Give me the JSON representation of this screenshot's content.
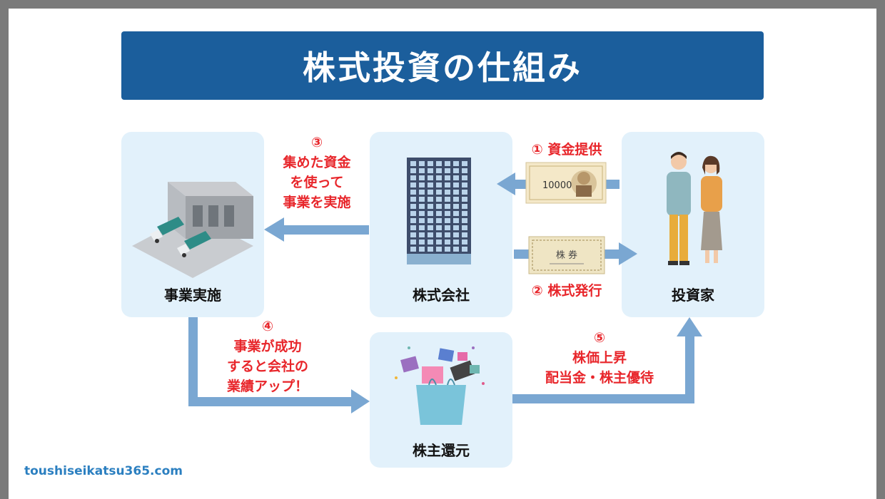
{
  "title": "株式投資の仕組み",
  "nodes": {
    "business": "事業実施",
    "company": "株式会社",
    "investor": "投資家",
    "return": "株主還元"
  },
  "steps": {
    "s1": {
      "num": "①",
      "text": "資金提供"
    },
    "s2": {
      "num": "②",
      "text": "株式発行"
    },
    "s3": {
      "num": "③",
      "lines": [
        "集めた資金",
        "を使って",
        "事業を実施"
      ]
    },
    "s4": {
      "num": "④",
      "lines": [
        "事業が成功",
        "すると会社の",
        "業績アップ！"
      ]
    },
    "s5": {
      "num": "⑤",
      "lines": [
        "株価上昇",
        "配当金・株主優待"
      ]
    }
  },
  "banknote": {
    "amount": "10000"
  },
  "certificate": {
    "label": "株 券"
  },
  "footer": "toushiseikatsu365.com",
  "colors": {
    "title_bg": "#1b5e9c",
    "box_bg": "#e2f1fb",
    "arrow": "#7aa7d2",
    "accent_red": "#e8262b",
    "footer": "#2b7fc0"
  }
}
